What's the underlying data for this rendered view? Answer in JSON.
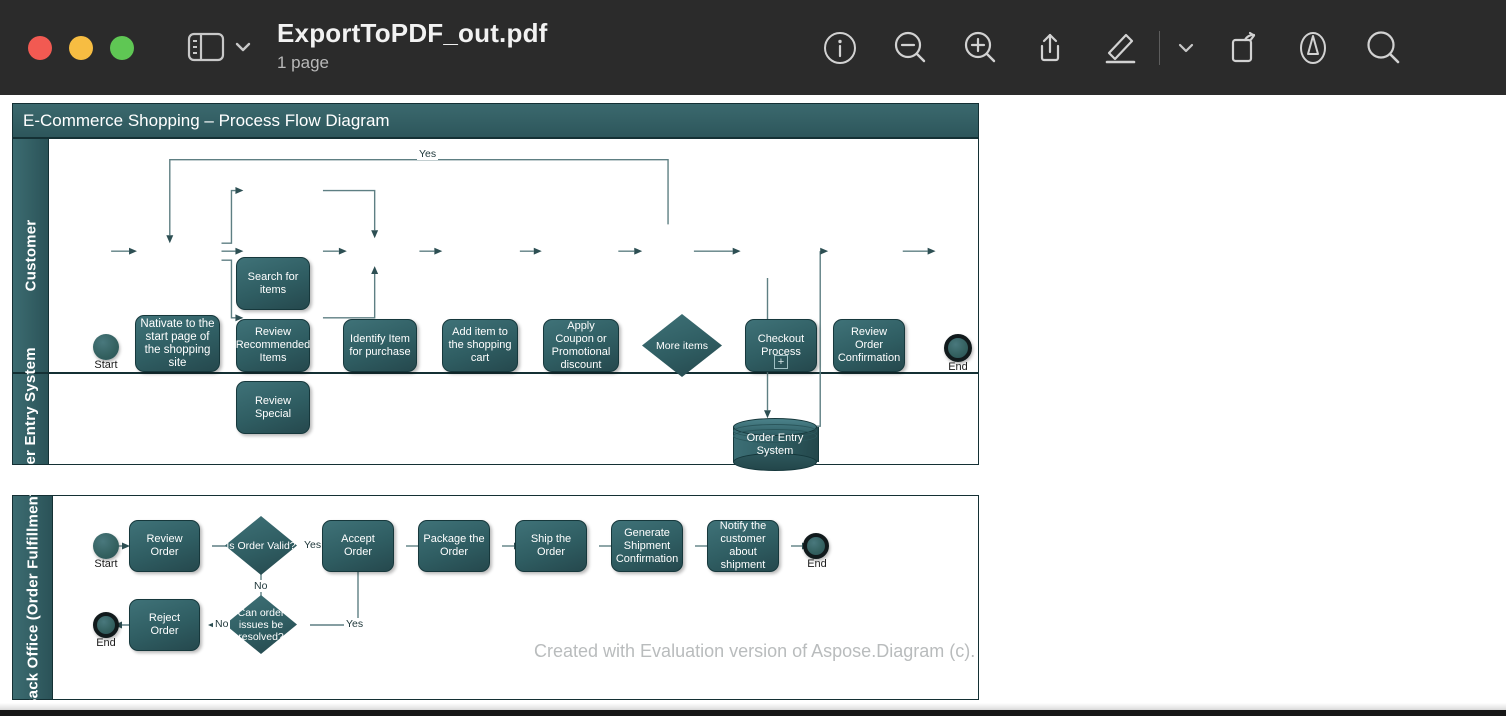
{
  "window": {
    "title": "ExportToPDF_out.pdf",
    "subtitle": "1 page",
    "traffic_lights": [
      "close",
      "minimize",
      "zoom"
    ],
    "colors": {
      "titlebar": "#2b2b2b",
      "close": "#f25a52",
      "minimize": "#f7bd42",
      "zoom": "#5fc754"
    }
  },
  "toolbar": {
    "sidebar_toggle": "sidebar-icon",
    "sidebar_chevron": "chevron-down-icon",
    "items": [
      {
        "name": "info-icon",
        "label": "Info"
      },
      {
        "name": "zoom-out-icon",
        "label": "Zoom Out"
      },
      {
        "name": "zoom-in-icon",
        "label": "Zoom In"
      },
      {
        "name": "share-icon",
        "label": "Share"
      },
      {
        "name": "markup-pen-icon",
        "label": "Markup"
      },
      {
        "name": "chevron-down-icon",
        "label": "More"
      },
      {
        "name": "rotate-icon",
        "label": "Rotate"
      },
      {
        "name": "annotate-icon",
        "label": "Annotate"
      },
      {
        "name": "search-icon",
        "label": "Search"
      }
    ]
  },
  "document": {
    "title": "E-Commerce Shopping – Process Flow Diagram",
    "watermark": "Created with Evaluation version of Aspose.Diagram (c).",
    "colors": {
      "header_teal": "#2d565b",
      "node_teal": "#2f5d62",
      "lane_teal": "#33646a",
      "border": "#143034",
      "connector": "#5e7f83"
    },
    "lanes": [
      {
        "id": "customer",
        "label": "Customer"
      },
      {
        "id": "order-entry-system",
        "label": "Order Entry System"
      },
      {
        "id": "back-office",
        "label": "Back Office (Order Fulfillment)"
      }
    ],
    "nodes": {
      "customer": {
        "start": "Start",
        "navigate": "Nativate to the start page of the shopping site",
        "search": "Search for items",
        "recommended": "Review Recommended Items",
        "special": "Review Special",
        "identify": "Identify Item for purchase",
        "addcart": "Add item to the shopping cart",
        "coupon": "Apply Coupon or Promotional discount",
        "more": "More items",
        "checkout": "Checkout Process",
        "checkout_marker": "+",
        "confirm": "Review Order Confirmation",
        "end": "End"
      },
      "order_entry": {
        "database": "Order Entry System"
      },
      "back_office": {
        "start": "Start",
        "review": "Review Order",
        "valid": "Is Order Valid?",
        "accept": "Accept Order",
        "package": "Package the Order",
        "ship": "Ship the Order",
        "generate": "Generate Shipment Confirmation",
        "notify": "Notify the customer about shipment",
        "end": "End",
        "resolve": "Can order issues be resolved?",
        "reject": "Reject Order",
        "reject_end": "End"
      }
    },
    "edge_labels": {
      "more_yes": "Yes",
      "valid_yes": "Yes",
      "valid_no": "No",
      "resolve_yes": "Yes",
      "resolve_no": "No"
    }
  }
}
